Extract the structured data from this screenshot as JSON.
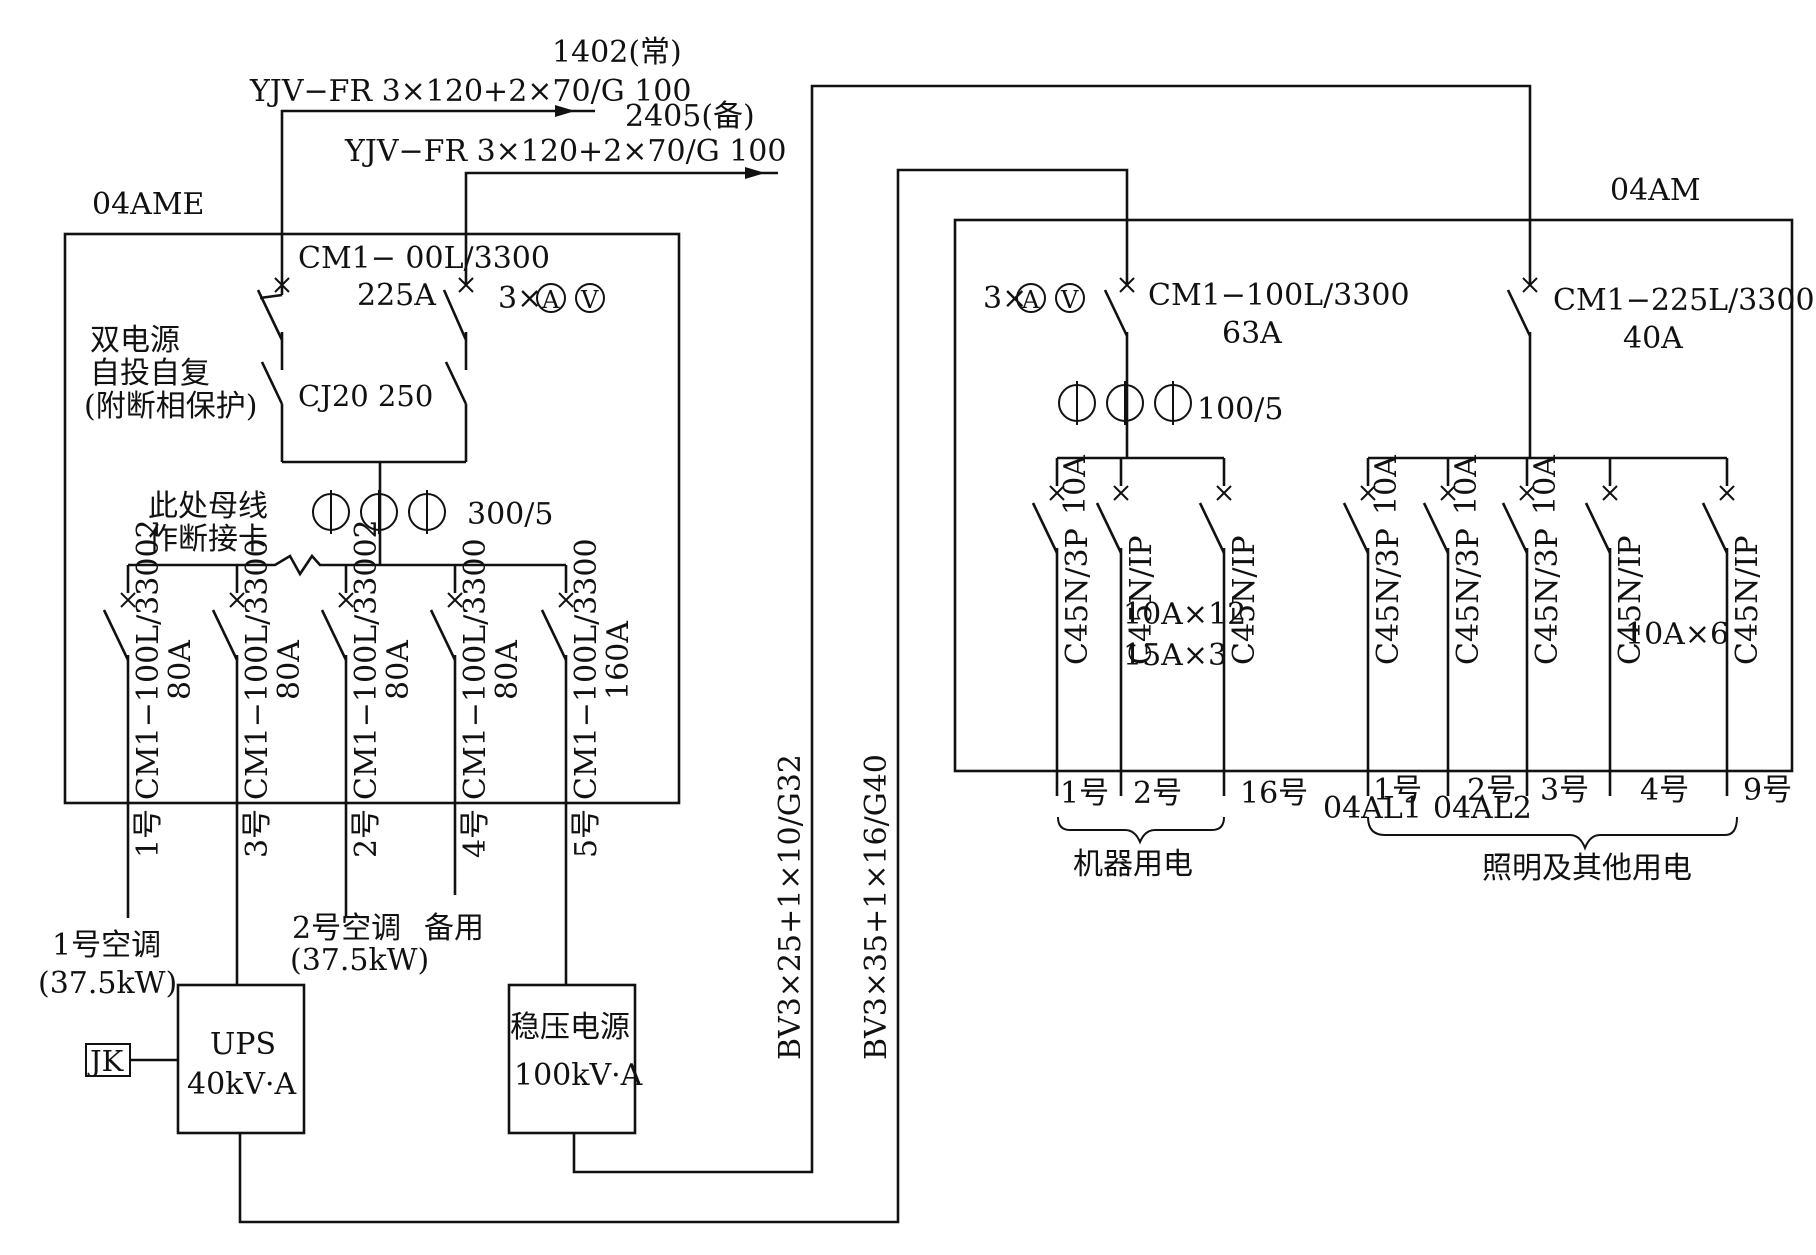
{
  "feeders": {
    "normal_id": "1402(常)",
    "normal_cable": "YJV−FR  3×120+2×70/G   100",
    "standby_id": "2405(备)",
    "standby_cable": "YJV−FR  3×120+2×70/G   100"
  },
  "panel_ame": {
    "name": "04AME",
    "incoming_breaker_model": "CM1− 00L/3300",
    "incoming_breaker_rating": "225A",
    "meters": "3×",
    "meter_a": "A",
    "meter_v": "V",
    "ats_note": [
      "双电源",
      "自投自复",
      "(附断相保护)"
    ],
    "contactor": "CJ20 250",
    "ct_ratio": "300/5",
    "busbar_note": [
      "此处母线",
      "作断接卡"
    ],
    "branches": [
      {
        "breaker": "CM1−100L/33002",
        "rating": "80A",
        "number": "1号"
      },
      {
        "breaker": "CM1−100L/3300",
        "rating": "80A",
        "number": "3号"
      },
      {
        "breaker": "CM1−100L/33002",
        "rating": "80A",
        "number": "2号"
      },
      {
        "breaker": "CM1−100L/3300",
        "rating": "80A",
        "number": "4号"
      },
      {
        "breaker": "CM1−100L/3300",
        "rating": "160A",
        "number": "5号"
      }
    ]
  },
  "loads": {
    "ac1": [
      "1号空调",
      "(37.5kW)"
    ],
    "ac2": [
      "2号空调",
      "(37.5kW)"
    ],
    "spare": "备用",
    "ups": [
      "UPS",
      "40kV·A"
    ],
    "jk": "JK",
    "regulator": [
      "稳压电源",
      "100kV·A"
    ]
  },
  "cables": {
    "left": "BV3×25+1×10/G32",
    "right": "BV3×35+1×16/G40"
  },
  "panel_am": {
    "name": "04AM",
    "meters": "3×",
    "meter_a": "A",
    "meter_v": "V",
    "left_breaker_model": "CM1−100L/3300",
    "left_breaker_rating": "63A",
    "right_breaker_model": "CM1−225L/3300",
    "right_breaker_rating": "40A",
    "ct_ratio": "100/5",
    "machine_branches": [
      {
        "rating": "10A",
        "model": "C45N/3P",
        "number": "1号"
      },
      {
        "rating": "",
        "model": "C45N/IP",
        "number": "2号"
      },
      {
        "rating": "",
        "model": "C45N/IP",
        "number": "16号"
      }
    ],
    "machine_note": [
      "10A×12",
      "15A×3"
    ],
    "machine_label": "机器用电",
    "lighting_branches": [
      {
        "rating": "10A",
        "model": "C45N/3P",
        "number": "1号"
      },
      {
        "rating": "10A",
        "model": "C45N/3P",
        "number": "2号"
      },
      {
        "rating": "10A",
        "model": "C45N/3P",
        "number": "3号"
      },
      {
        "rating": "",
        "model": "C45N/IP",
        "number": "4号"
      },
      {
        "rating": "",
        "model": "C45N/IP",
        "number": "9号"
      }
    ],
    "lighting_note": "10A×6",
    "al_labels": [
      "04AL1",
      "04AL2"
    ],
    "lighting_label": "照明及其他用电"
  }
}
